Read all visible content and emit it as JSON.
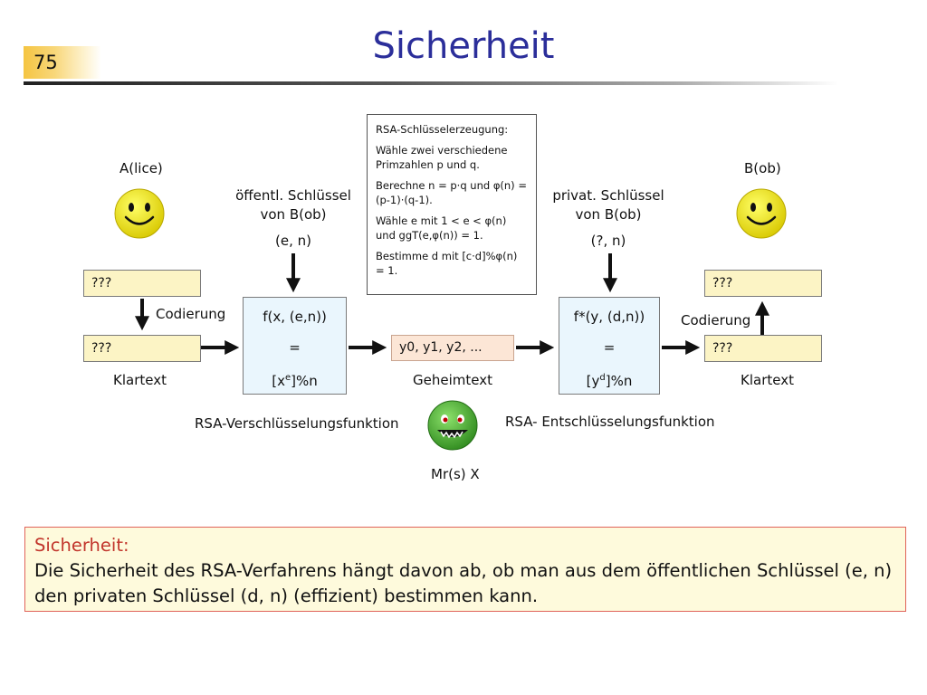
{
  "slide": {
    "number": "75",
    "title": "Sicherheit"
  },
  "alice": {
    "name": "A(lice)",
    "top_field": "???",
    "bottom_field": "???",
    "encode_label": "Codierung",
    "plaintext_label": "Klartext"
  },
  "bob": {
    "name": "B(ob)",
    "top_field": "???",
    "bottom_field": "???",
    "encode_label": "Codierung",
    "plaintext_label": "Klartext"
  },
  "public_key": {
    "label_line1": "öffentl. Schlüssel",
    "label_line2": "von B(ob)",
    "value": "(e, n)"
  },
  "private_key": {
    "label_line1": "privat. Schlüssel",
    "label_line2": "von B(ob)",
    "value": "(?, n)"
  },
  "encrypt_box": {
    "line1": "f(x, (e,n))",
    "line2": "=",
    "line3_base": "[x",
    "line3_sup": "e",
    "line3_rest": "]%n",
    "caption": "RSA-Verschlüsselungsfunktion"
  },
  "decrypt_box": {
    "line1": "f*(y, (d,n))",
    "line2": "=",
    "line3_base": "[y",
    "line3_sup": "d",
    "line3_rest": "]%n",
    "caption": "RSA- Entschlüsselungsfunktion"
  },
  "ciphertext": {
    "value": "y0, y1, y2, ...",
    "label": "Geheimtext"
  },
  "attacker": {
    "name": "Mr(s) X"
  },
  "keygen": {
    "title": "RSA-Schlüsselerzeugung:",
    "step1": "Wähle zwei verschiedene Primzahlen p und q.",
    "step2": "Berechne n = p·q und φ(n) = (p-1)·(q-1).",
    "step3": "Wähle e mit 1 < e < φ(n) und ggT(e,φ(n)) = 1.",
    "step4": "Bestimme d mit [c·d]%φ(n) = 1."
  },
  "note": {
    "heading": "Sicherheit:",
    "body": "Die Sicherheit des RSA-Verfahrens hängt davon ab, ob man aus dem öffentlichen Schlüssel (e, n) den privaten Schlüssel (d, n) (effizient) bestimmen kann."
  },
  "colors": {
    "title": "#2b2e9a",
    "smiley": "#f3e800",
    "attacker": "#3fae2a",
    "field": "#fcf4c5",
    "func_box": "#eaf6fd",
    "cipher_box": "#fce6d6",
    "note_border": "#e0635a"
  },
  "icons": [
    "smiley-face-icon",
    "green-monster-icon"
  ]
}
